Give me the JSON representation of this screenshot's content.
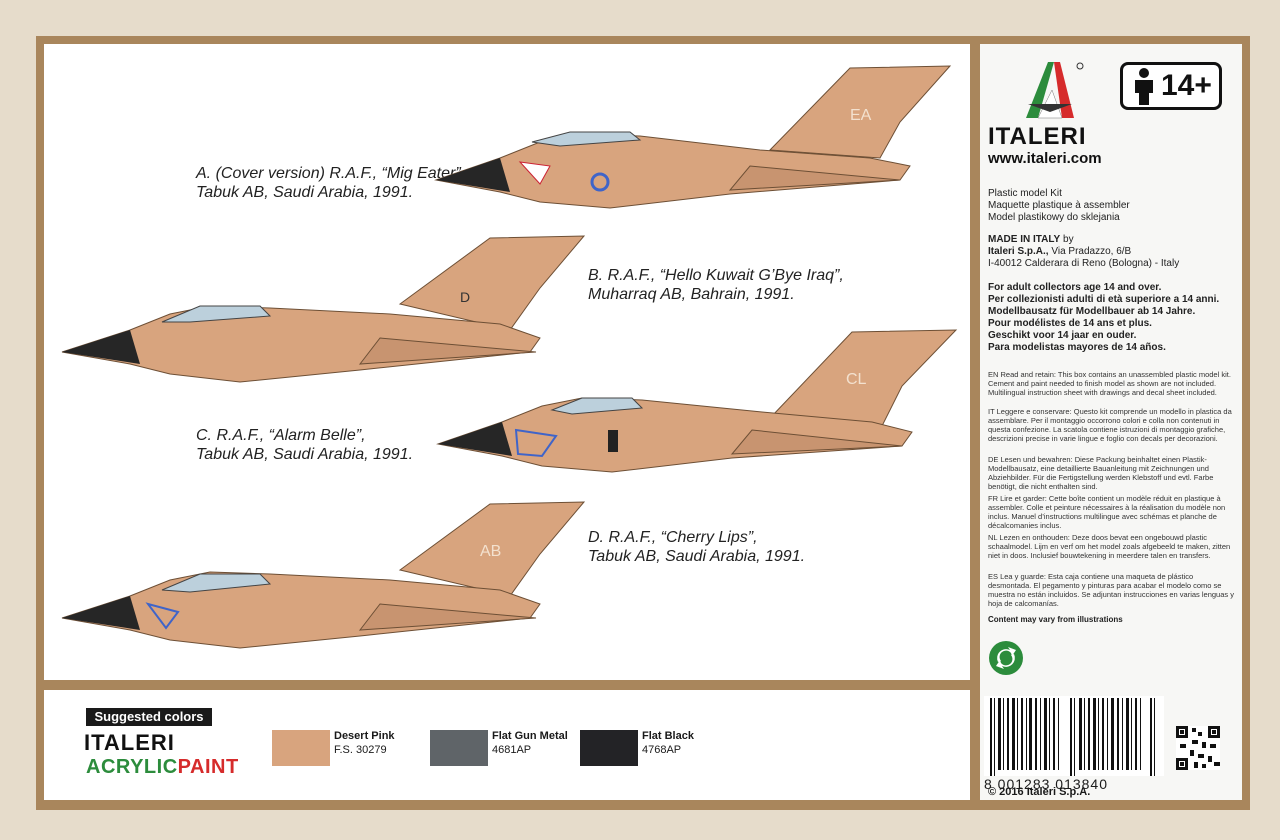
{
  "captions": [
    {
      "line1": "A. (Cover version) R.A.F., “Mig Eater”,",
      "line2": "Tabuk AB, Saudi Arabia, 1991."
    },
    {
      "line1": "B. R.A.F., “Hello Kuwait G’Bye Iraq”,",
      "line2": "Muharraq AB, Bahrain, 1991."
    },
    {
      "line1": "C. R.A.F., “Alarm Belle”,",
      "line2": "Tabuk AB, Saudi Arabia, 1991."
    },
    {
      "line1": "D. R.A.F., “Cherry Lips”,",
      "line2": "Tabuk AB, Saudi Arabia, 1991."
    }
  ],
  "tail_codes": [
    "EA",
    "D",
    "CL",
    "AB"
  ],
  "colors": {
    "desert_pink": "#d8a47e",
    "nose": "#262626",
    "frame": "#a9865c",
    "gunmetal": "#5f6468",
    "black": "#232326",
    "accent_green": "#2c8c3c",
    "accent_red": "#d62b2b"
  },
  "suggested": {
    "title": "Suggested colors",
    "brand1": "ITALERI",
    "brand2a": "ACRYLIC",
    "brand2b": "PAINT",
    "swatches": [
      {
        "name": "Desert Pink",
        "code": "F.S. 30279",
        "color": "#d8a47e"
      },
      {
        "name": "Flat Gun Metal",
        "code": "4681AP",
        "color": "#5f6468"
      },
      {
        "name": "Flat Black",
        "code": "4768AP",
        "color": "#232326"
      }
    ]
  },
  "side": {
    "logo_word": "ITALERI",
    "url": "www.italeri.com",
    "age": "14+",
    "kit_lines": [
      "Plastic model Kit",
      "Maquette plastique à assembler",
      "Model plastikowy do sklejania"
    ],
    "made_bold": "MADE IN ITALY",
    "made_by": " by",
    "company_bold": "Italeri S.p.A.,",
    "address1": " Via Pradazzo, 6/B",
    "address2": "I-40012 Calderara di Reno (Bologna) - Italy",
    "age_lines": [
      "For adult collectors age 14 and over.",
      "Per collezionisti adulti di età superiore a 14 anni.",
      "Modellbausatz für Modellbauer ab 14 Jahre.",
      "Pour modélistes de 14 ans et plus.",
      "Geschikt voor 14 jaar en ouder.",
      "Para modelistas mayores de 14 años."
    ],
    "warnings": [
      "EN Read and retain: This box contains an unassembled plastic model kit. Cement and paint needed to finish model as shown are not included. Multilingual instruction sheet with drawings and decal sheet included.",
      "IT Leggere e conservare: Questo kit comprende un modello in plastica da assemblare. Per il montaggio occorrono colori e colla non contenuti in questa confezione. La scatola contiene istruzioni di montaggio grafiche, descrizioni precise in varie lingue e foglio con decals per decorazioni.",
      "DE Lesen und bewahren: Diese Packung beinhaltet einen Plastik-Modellbausatz, eine detaillierte Bauanleitung mit Zeichnungen und Abziehbilder. Für die Fertigstellung werden Klebstoff und evtl. Farbe benötigt, die nicht enthalten sind.",
      "FR Lire et garder: Cette boîte contient un modèle réduit en plastique à assembler. Colle et peinture nécessaires à la réalisation du modèle non inclus. Manuel d’instructions multilingue avec schémas et planche de décalcomanies inclus.",
      "NL Lezen en onthouden: Deze doos bevat een ongebouwd plastic schaalmodel. Lijm en verf om het model zoals afgebeeld te maken, zitten niet in doos. Inclusief bouwtekening in meerdere talen en transfers.",
      "ES Lea y guarde: Esta caja contiene una maqueta de plástico desmontada. El pegamento y pinturas para acabar el modelo como se muestra no están incluidos. Se adjuntan instrucciones en varias lenguas y hoja de calcomanías."
    ],
    "disclaimer": "Content may vary from illustrations",
    "barcode_digits": "8   001283   013840",
    "copyright": "© 2016 Italeri S.p.A."
  }
}
